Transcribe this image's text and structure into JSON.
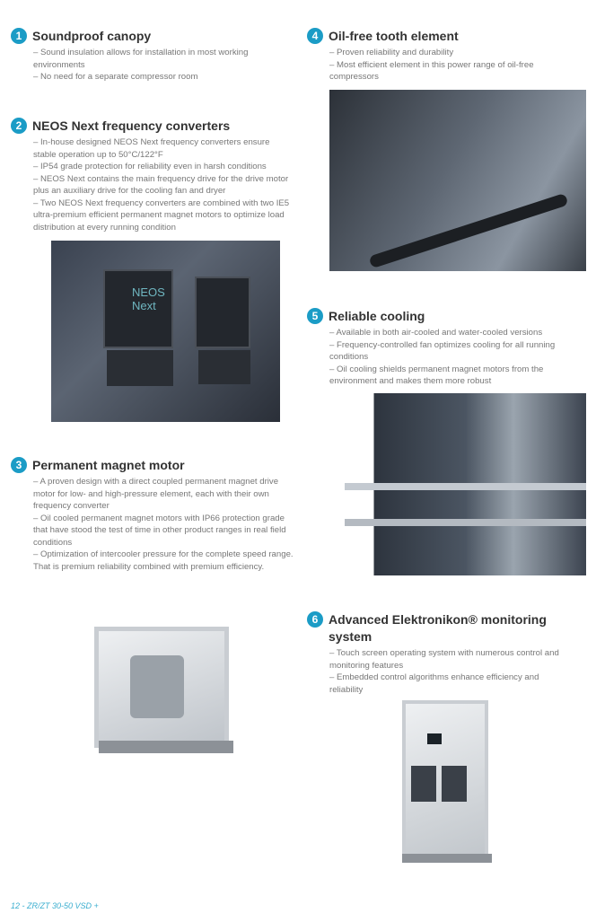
{
  "sections": [
    {
      "num": "1",
      "title": "Soundproof canopy",
      "lines": [
        "– Sound insulation allows for installation in most working environments",
        "– No need for a separate compressor room"
      ]
    },
    {
      "num": "2",
      "title": "NEOS Next frequency converters",
      "lines": [
        "– In-house designed NEOS Next frequency converters ensure stable operation up to 50°C/122°F",
        "– IP54 grade protection for reliability even in harsh conditions",
        "– NEOS Next contains the main frequency drive for the drive motor plus an auxiliary drive for the cooling fan and dryer",
        "– Two NEOS Next frequency converters are combined with two IE5 ultra-premium efficient permanent magnet motors to optimize load distribution at every running condition"
      ]
    },
    {
      "num": "3",
      "title": "Permanent magnet motor",
      "lines": [
        "– A proven design with a direct coupled permanent magnet drive motor for low- and high-pressure element, each with their own frequency converter",
        "– Oil cooled permanent magnet motors with IP66 protection grade that have stood the test of time in other product ranges in real field conditions",
        "– Optimization of intercooler pressure for the complete speed range. That is premium reliability combined with premium efficiency."
      ]
    },
    {
      "num": "4",
      "title": "Oil-free tooth element",
      "lines": [
        "– Proven reliability and durability",
        "– Most efficient element in this power range of oil-free compressors"
      ]
    },
    {
      "num": "5",
      "title": "Reliable cooling",
      "lines": [
        "– Available in both air-cooled and water-cooled versions",
        "– Frequency-controlled fan optimizes cooling for all running conditions",
        "– Oil cooling shields permanent magnet motors from the environment and makes them more robust"
      ]
    },
    {
      "num": "6",
      "title": "Advanced Elektronikon® monitoring system",
      "lines": [
        "– Touch screen operating system with numerous control and monitoring features",
        "– Embedded control algorithms enhance efficiency and reliability"
      ]
    }
  ],
  "neos_logo": "NEOS Next",
  "footer": "12 - ZR/ZT 30-50 VSD +"
}
